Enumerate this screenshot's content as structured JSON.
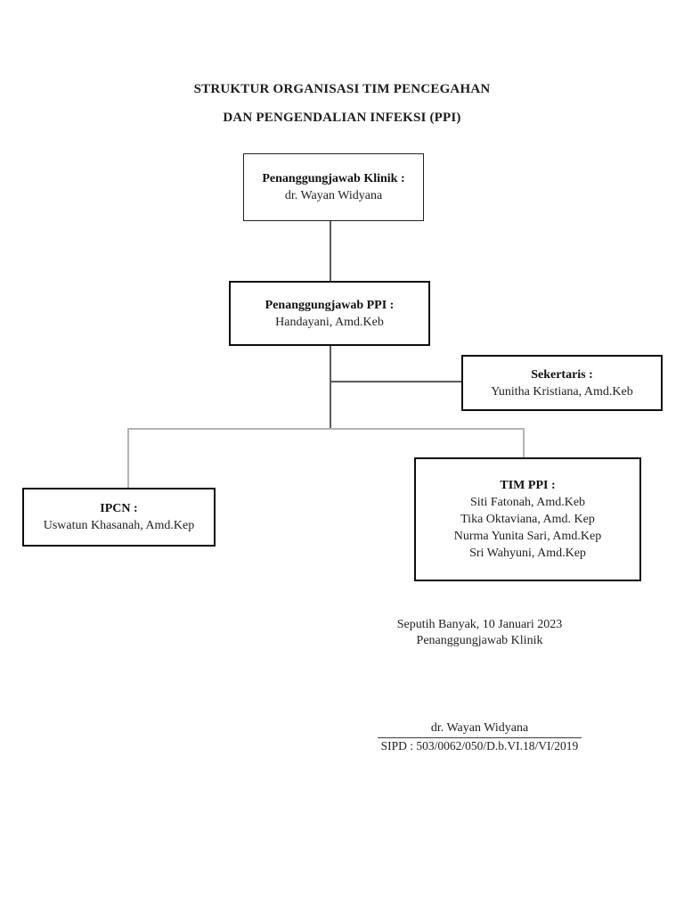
{
  "title": {
    "line1": "STRUKTUR ORGANISASI TIM PENCEGAHAN",
    "line2": "DAN PENGENDALIAN INFEKSI (PPI)"
  },
  "org": {
    "klinik": {
      "label": "Penanggungjawab Klinik :",
      "name": "dr. Wayan Widyana"
    },
    "ppi": {
      "label": "Penanggungjawab PPI :",
      "name": "Handayani, Amd.Keb"
    },
    "sekertaris": {
      "label": "Sekertaris :",
      "name": "Yunitha Kristiana, Amd.Keb"
    },
    "ipcn": {
      "label": "IPCN :",
      "name": "Uswatun Khasanah, Amd.Kep"
    },
    "tim_ppi": {
      "label": "TIM PPI :",
      "members": [
        "Siti Fatonah, Amd.Keb",
        "Tika Oktaviana, Amd. Kep",
        "Nurma Yunita Sari, Amd.Kep",
        "Sri Wahyuni, Amd.Kep"
      ]
    }
  },
  "signature": {
    "place_date": "Seputih Banyak, 10 Januari 2023",
    "role": "Penanggungjawab Klinik",
    "name": "dr. Wayan Widyana",
    "sipd": "SIPD : 503/0062/050/D.b.VI.18/VI/2019"
  },
  "colors": {
    "background": "#ffffff",
    "text": "#1a1a1a",
    "box_border": "#0d0d0d",
    "connector_dark": "#5a5a5a",
    "connector_light": "#b4b4b4"
  }
}
